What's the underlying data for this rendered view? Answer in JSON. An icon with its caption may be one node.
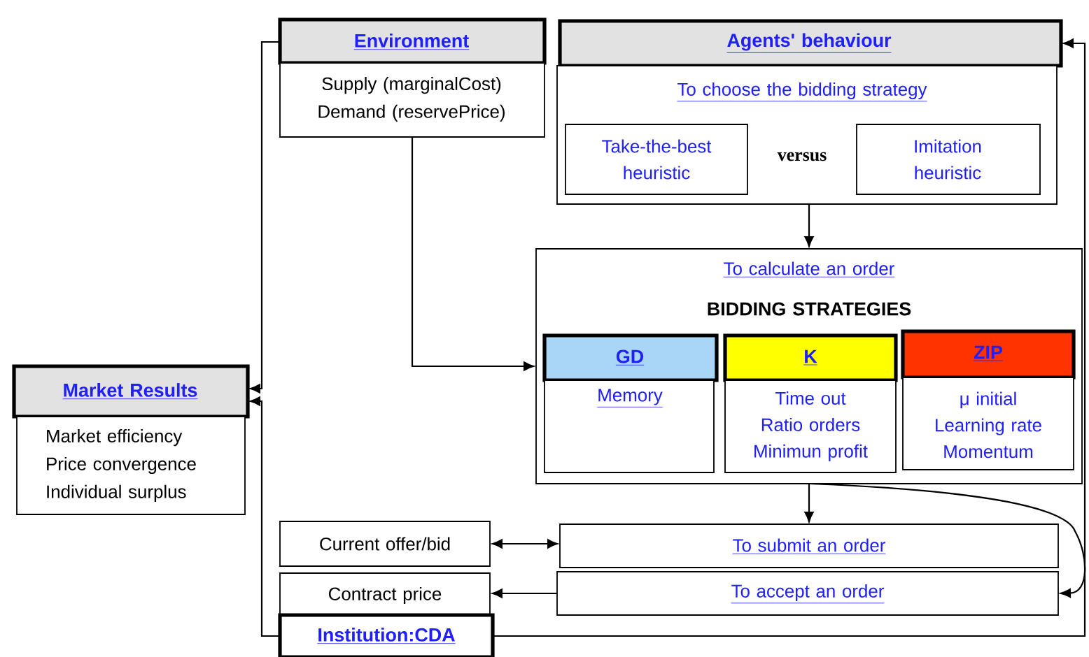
{
  "diagram": {
    "nodes": [
      {
        "text": [
          "Environment",
          "Supply (marginalCost) Demand (reservePrice)"
        ]
      },
      {
        "text": [
          "Agents' behaviour",
          "To choose the bidding strategy",
          "versus"
        ]
      },
      {
        "text": [
          "Take-the-best heuristic"
        ],
        "in": 1
      },
      {
        "text": [
          "Imitation heuristic"
        ],
        "in": 1
      },
      {
        "text": [
          "To calculate an order",
          "BIDDING STRATEGIES"
        ]
      },
      {
        "text": [
          "GD",
          "Memory"
        ],
        "in": 4
      },
      {
        "text": [
          "K",
          "Time out Ratio orders Minimun profit"
        ],
        "in": 4
      },
      {
        "text": [
          "ZIP",
          "μ initial Learning rate Momentum"
        ],
        "in": 4
      },
      {
        "text": [
          "Market Results",
          "Market efficiency Price convergence Individual surplus"
        ]
      },
      {
        "text": [
          "Current offer/bid"
        ]
      },
      {
        "text": [
          "Contract price"
        ]
      },
      {
        "text": [
          "Institution:CDA"
        ]
      },
      {
        "text": [
          "To submit an order"
        ]
      },
      {
        "text": [
          "To accept an order"
        ]
      }
    ],
    "edges": [
      {
        "from": 1,
        "to": 4,
        "arrow": "to"
      },
      {
        "from": 0,
        "to": 4,
        "arrow": "to"
      },
      {
        "from": 0,
        "to": 8,
        "arrow": "to"
      },
      {
        "from": 11,
        "to": 8,
        "arrow": "to"
      },
      {
        "from": 4,
        "to": 12,
        "arrow": "to"
      },
      {
        "from": 4,
        "to": 13,
        "arrow": "to"
      },
      {
        "from": 9,
        "to": 12,
        "arrow": "both"
      },
      {
        "from": 13,
        "to": 10,
        "arrow": "to"
      },
      {
        "from": 11,
        "to": 1,
        "arrow": "to"
      }
    ]
  }
}
